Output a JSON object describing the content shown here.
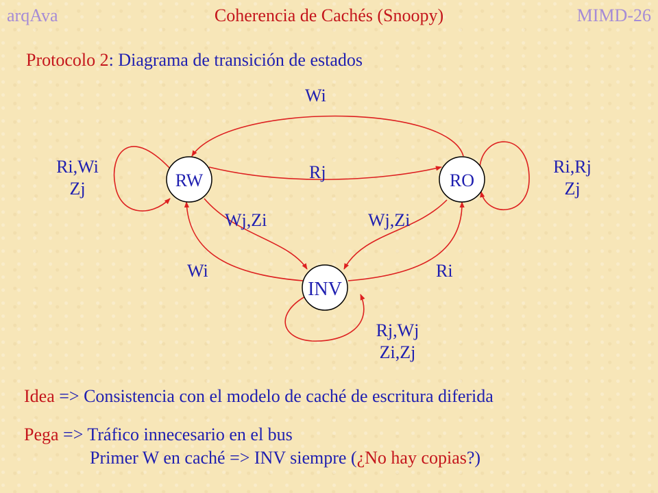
{
  "header": {
    "left": "arqAva",
    "center": "Coherencia de Cachés (Snoopy)",
    "right": "MIMD-26"
  },
  "subtitle": {
    "part1": "Protocolo 2",
    "part2": ": Diagrama de transición de estados"
  },
  "diagram": {
    "states": {
      "rw": "RW",
      "ro": "RO",
      "inv": "INV"
    },
    "labels": {
      "top_wi": "Wi",
      "rj": "Rj",
      "rw_loop_1": "Ri,Wi",
      "rw_loop_2": "Zj",
      "ro_loop_1": "Ri,Rj",
      "ro_loop_2": "Zj",
      "rw_inv": "Wj,Zi",
      "ro_inv": "Wj,Zi",
      "inv_rw": "Wi",
      "inv_ro": "Ri",
      "inv_loop_1": "Rj,Wj",
      "inv_loop_2": "Zi,Zj"
    },
    "colors": {
      "arrow": "#dd2020",
      "text": "#1f1fb0",
      "node_fill": "#ffffff",
      "node_stroke": "#000000"
    }
  },
  "notes": {
    "idea_label": "Idea",
    "idea_arrow": " => ",
    "idea_text": "Consistencia con el modelo de caché de escritura diferida",
    "pega_label": "Pega",
    "pega_arrow": " => ",
    "pega_text": "Tráfico innecesario en el bus",
    "line3_a": "Primer W en caché => INV siempre (",
    "line3_b": "¿No hay copias",
    "line3_c": "?)"
  }
}
